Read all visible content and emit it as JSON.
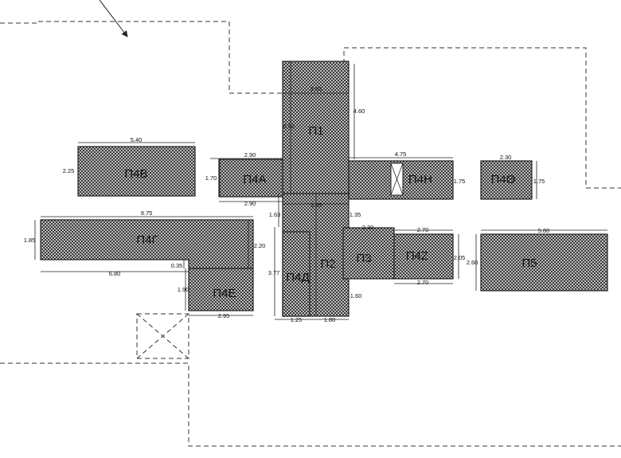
{
  "rooms": {
    "p1": "П1",
    "p2": "П2",
    "p3": "П3",
    "p4a": "П4А",
    "p4b": "П4В",
    "p4g": "П4Г",
    "p4d": "П4Д",
    "p4e": "П4Е",
    "p4z": "П4Z",
    "p4h": "П4Н",
    "p4theta": "П4Θ",
    "p5": "П5"
  },
  "dimensions": {
    "p1_width": "3.65",
    "p1_height": "4.60",
    "p1_inner": "6.52",
    "p4b_width": "5.40",
    "p4b_height": "2.25",
    "p4a_width_top": "2.90",
    "p4a_width_bottom": "2.90",
    "p4a_height": "1.70",
    "p4h_width": "4.75",
    "p4h_height": "1.75",
    "p4theta_width": "2.30",
    "p4theta_height": "1.75",
    "p4g_width": "9.75",
    "p4g_height_left": "1.85",
    "p4g_height_right": "2.20",
    "p4g_bottom": "6.80",
    "p4g_step": "0.35",
    "p4e_height": "1.90",
    "p4e_width": "2.95",
    "p1_p2_gap": "1.63",
    "p2_width": "3.65",
    "p2_p4h_gap": "1.35",
    "p3_width": "2.30",
    "p3_height_bottom": "1.60",
    "p4z_width_top": "2.70",
    "p4z_width_bottom": "2.70",
    "p4z_height": "2.05",
    "p5_width": "5.80",
    "p5_height": "2.60",
    "p4d_height": "3.77",
    "p4d_width": "1.25",
    "p2_bottom": "1.80"
  },
  "colors": {
    "hatch_dark": "#3a3a3a",
    "hatch_light": "#bdbdbd",
    "line": "#222222"
  }
}
